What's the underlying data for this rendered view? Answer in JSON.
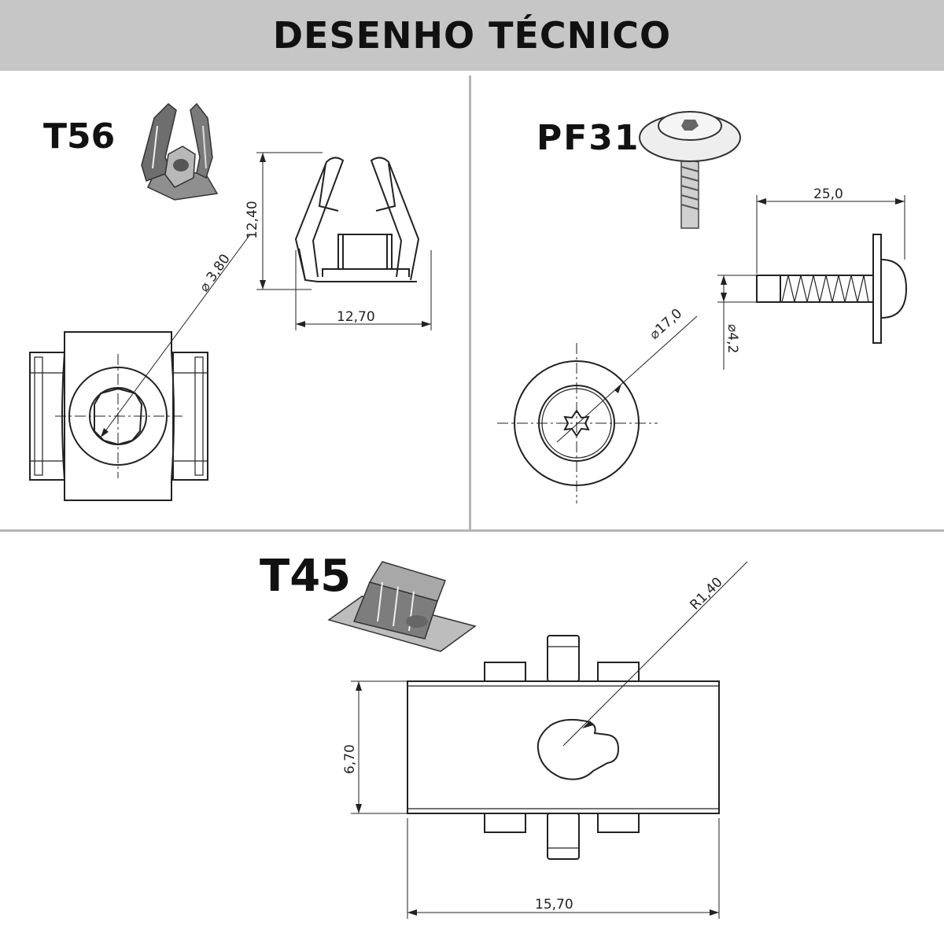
{
  "header": {
    "title": "DESENHO TÉCNICO"
  },
  "parts": {
    "t56": {
      "code": "T56",
      "dims": {
        "height": "12,40",
        "width": "12,70",
        "diameter": "3,80"
      }
    },
    "pf31": {
      "code": "PF31",
      "dims": {
        "length": "25,0",
        "head_diameter": "17,0",
        "shank_diameter": "4,2"
      }
    },
    "t45": {
      "code": "T45",
      "dims": {
        "radius": "R1,40",
        "height": "6,70",
        "width": "15,70"
      }
    }
  },
  "colors": {
    "header_bg": "#c6c6c6",
    "line": "#222222",
    "divider": "#b5b5b5"
  }
}
